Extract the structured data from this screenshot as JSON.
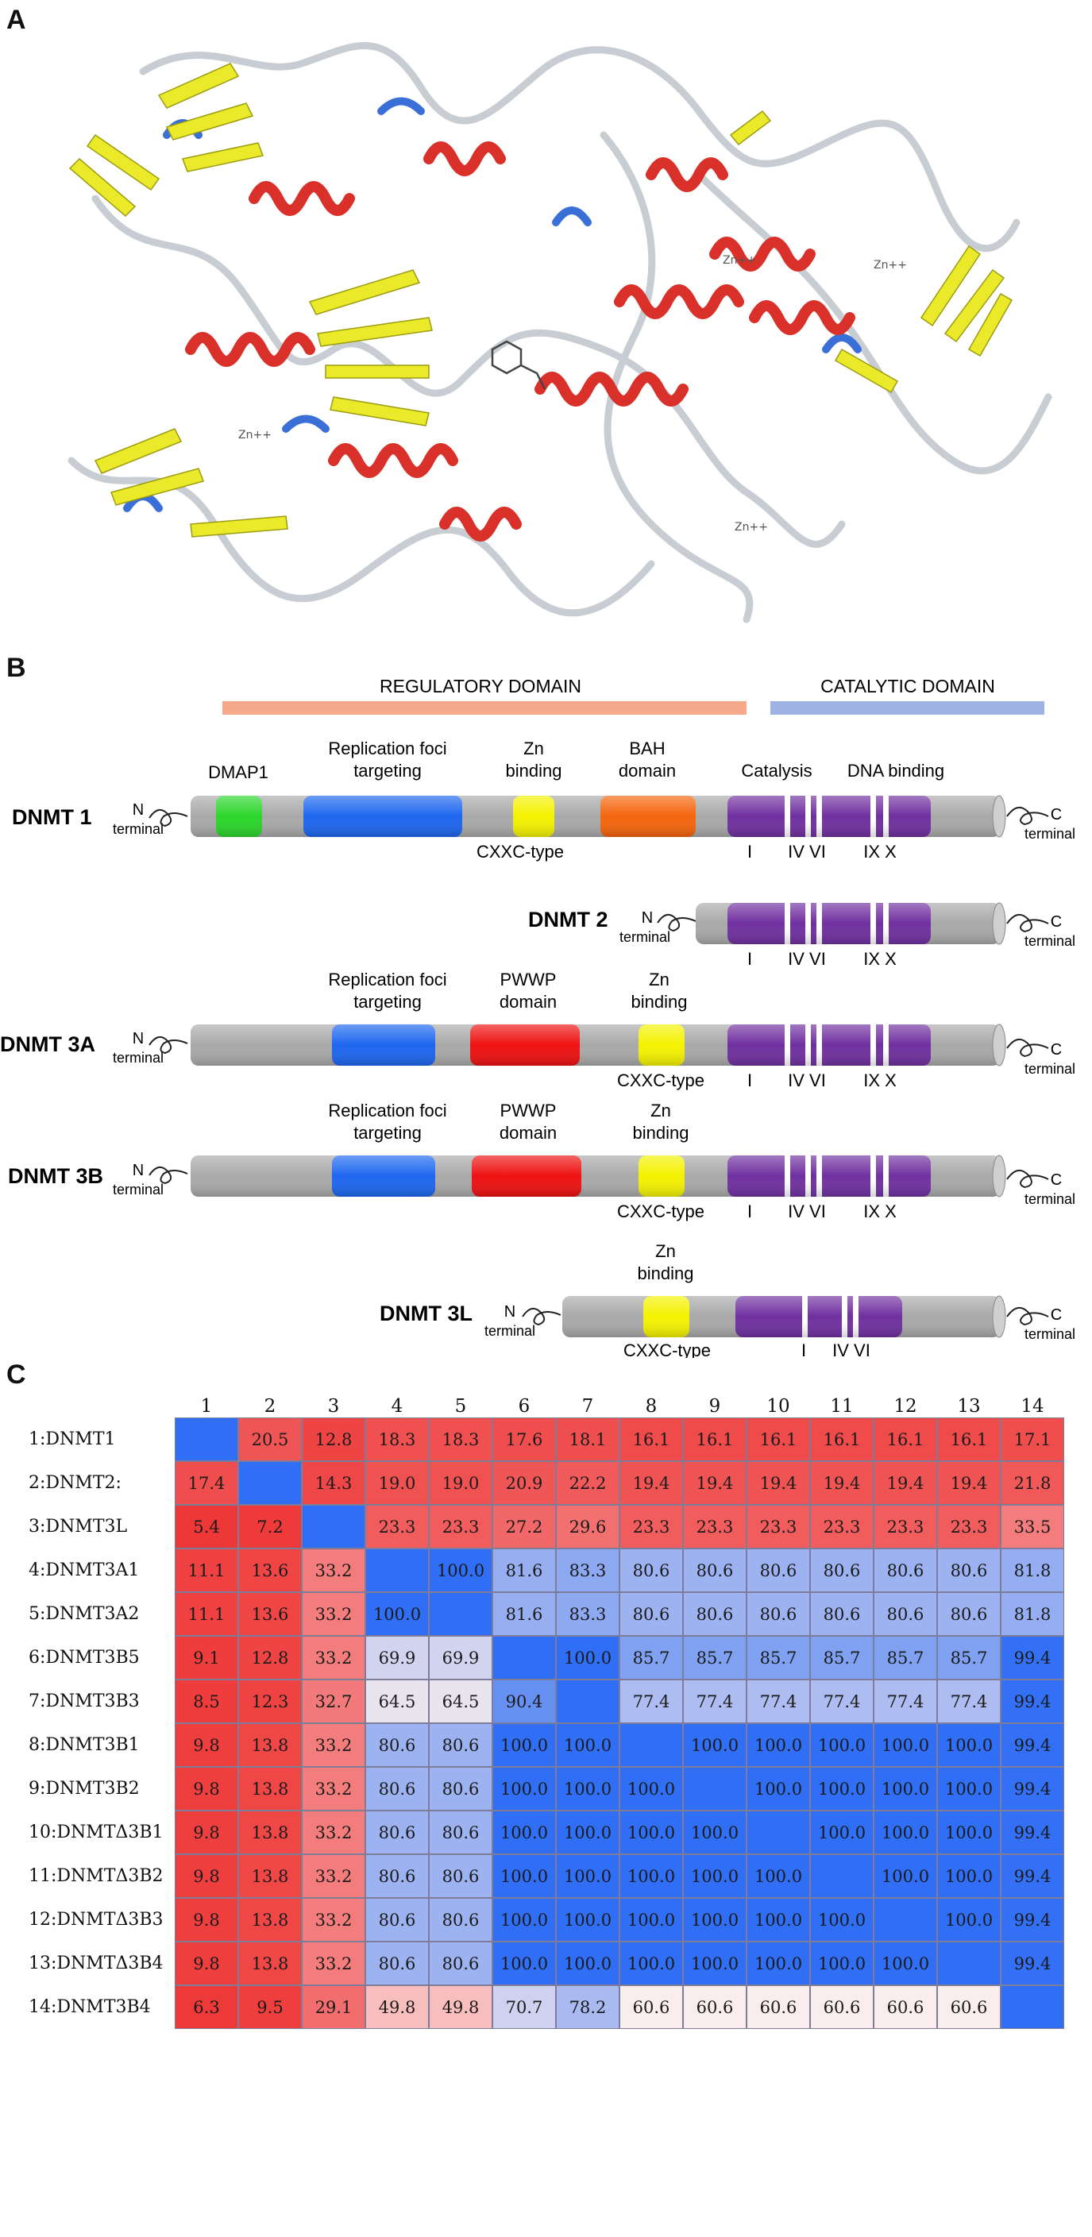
{
  "panels": {
    "a": "A",
    "b": "B",
    "c": "C"
  },
  "panelA": {
    "zn_labels": [
      "Zn++",
      "Zn++",
      "Zn++",
      "Zn++"
    ]
  },
  "panelB": {
    "regulatory_domain": "REGULATORY DOMAIN",
    "catalytic_domain": "CATALYTIC DOMAIN",
    "n_text": "N",
    "terminal_text": "terminal",
    "c_text": "C",
    "dnmt1": {
      "name": "DNMT 1",
      "dmap1": "DMAP1",
      "replication_line1": "Replication foci",
      "replication_line2": "targeting",
      "zn_line1": "Zn",
      "zn_line2": "binding",
      "bah_line1": "BAH",
      "bah_line2": "domain",
      "catalysis": "Catalysis",
      "dna_binding": "DNA binding",
      "cxxc": "CXXC-type",
      "motifs": [
        "I",
        "IV VI",
        "IX X"
      ]
    },
    "dnmt2": {
      "name": "DNMT 2",
      "motifs": [
        "I",
        "IV VI",
        "IX X"
      ]
    },
    "dnmt3a": {
      "name": "DNMT 3A",
      "replication_line1": "Replication foci",
      "replication_line2": "targeting",
      "pwwp_line1": "PWWP",
      "pwwp_line2": "domain",
      "zn_line1": "Zn",
      "zn_line2": "binding",
      "cxxc": "CXXC-type",
      "motifs": [
        "I",
        "IV VI",
        "IX X"
      ]
    },
    "dnmt3b": {
      "name": "DNMT 3B",
      "replication_line1": "Replication foci",
      "replication_line2": "targeting",
      "pwwp_line1": "PWWP",
      "pwwp_line2": "domain",
      "zn_line1": "Zn",
      "zn_line2": "binding",
      "cxxc": "CXXC-type",
      "motifs": [
        "I",
        "IV VI",
        "IX X"
      ]
    },
    "dnmt3l": {
      "name": "DNMT 3L",
      "zn_line1": "Zn",
      "zn_line2": "binding",
      "cxxc": "CXXC-type",
      "motifs": [
        "I",
        "IV VI"
      ]
    },
    "colors": {
      "backbone": "#a9a9a9",
      "dmap1": "#2bd62b",
      "replication": "#1d66f0",
      "zn": "#f4f200",
      "bah": "#f5650c",
      "pwwp": "#ee1111",
      "catalytic": "#7030a0",
      "regulatory_bar": "#f5a98a",
      "catalytic_bar": "#9fb2e4"
    }
  },
  "panelC": {
    "columns": [
      "1",
      "2",
      "3",
      "4",
      "5",
      "6",
      "7",
      "8",
      "9",
      "10",
      "11",
      "12",
      "13",
      "14"
    ],
    "rows": [
      "1:DNMT1",
      "2:DNMT2:",
      "3:DNMT3L",
      "4:DNMT3A1",
      "5:DNMT3A2",
      "6:DNMT3B5",
      "7:DNMT3B3",
      "8:DNMT3B1",
      "9:DNMT3B2",
      "10:DNMTΔ3B1",
      "11:DNMTΔ3B2",
      "12:DNMTΔ3B3",
      "13:DNMTΔ3B4",
      "14:DNMT3B4"
    ],
    "values": [
      [
        "",
        "20.5",
        "12.8",
        "18.3",
        "18.3",
        "17.6",
        "18.1",
        "16.1",
        "16.1",
        "16.1",
        "16.1",
        "16.1",
        "16.1",
        "17.1"
      ],
      [
        "17.4",
        "",
        "14.3",
        "19.0",
        "19.0",
        "20.9",
        "22.2",
        "19.4",
        "19.4",
        "19.4",
        "19.4",
        "19.4",
        "19.4",
        "21.8"
      ],
      [
        "5.4",
        "7.2",
        "",
        "23.3",
        "23.3",
        "27.2",
        "29.6",
        "23.3",
        "23.3",
        "23.3",
        "23.3",
        "23.3",
        "23.3",
        "33.5"
      ],
      [
        "11.1",
        "13.6",
        "33.2",
        "",
        "100.0",
        "81.6",
        "83.3",
        "80.6",
        "80.6",
        "80.6",
        "80.6",
        "80.6",
        "80.6",
        "81.8"
      ],
      [
        "11.1",
        "13.6",
        "33.2",
        "100.0",
        "",
        "81.6",
        "83.3",
        "80.6",
        "80.6",
        "80.6",
        "80.6",
        "80.6",
        "80.6",
        "81.8"
      ],
      [
        "9.1",
        "12.8",
        "33.2",
        "69.9",
        "69.9",
        "",
        "100.0",
        "85.7",
        "85.7",
        "85.7",
        "85.7",
        "85.7",
        "85.7",
        "99.4"
      ],
      [
        "8.5",
        "12.3",
        "32.7",
        "64.5",
        "64.5",
        "90.4",
        "",
        "77.4",
        "77.4",
        "77.4",
        "77.4",
        "77.4",
        "77.4",
        "99.4"
      ],
      [
        "9.8",
        "13.8",
        "33.2",
        "80.6",
        "80.6",
        "100.0",
        "100.0",
        "",
        "100.0",
        "100.0",
        "100.0",
        "100.0",
        "100.0",
        "99.4"
      ],
      [
        "9.8",
        "13.8",
        "33.2",
        "80.6",
        "80.6",
        "100.0",
        "100.0",
        "100.0",
        "",
        "100.0",
        "100.0",
        "100.0",
        "100.0",
        "99.4"
      ],
      [
        "9.8",
        "13.8",
        "33.2",
        "80.6",
        "80.6",
        "100.0",
        "100.0",
        "100.0",
        "100.0",
        "",
        "100.0",
        "100.0",
        "100.0",
        "99.4"
      ],
      [
        "9.8",
        "13.8",
        "33.2",
        "80.6",
        "80.6",
        "100.0",
        "100.0",
        "100.0",
        "100.0",
        "100.0",
        "",
        "100.0",
        "100.0",
        "99.4"
      ],
      [
        "9.8",
        "13.8",
        "33.2",
        "80.6",
        "80.6",
        "100.0",
        "100.0",
        "100.0",
        "100.0",
        "100.0",
        "100.0",
        "",
        "100.0",
        "99.4"
      ],
      [
        "9.8",
        "13.8",
        "33.2",
        "80.6",
        "80.6",
        "100.0",
        "100.0",
        "100.0",
        "100.0",
        "100.0",
        "100.0",
        "100.0",
        "",
        "99.4"
      ],
      [
        "6.3",
        "9.5",
        "29.1",
        "49.8",
        "49.8",
        "70.7",
        "78.2",
        "60.6",
        "60.6",
        "60.6",
        "60.6",
        "60.6",
        "60.6",
        ""
      ]
    ],
    "colors": {
      "diagonal": "#2f6ef5",
      "red": "#ee3434",
      "blue": "#2f6ef5",
      "mid": "#fbeeee"
    }
  }
}
